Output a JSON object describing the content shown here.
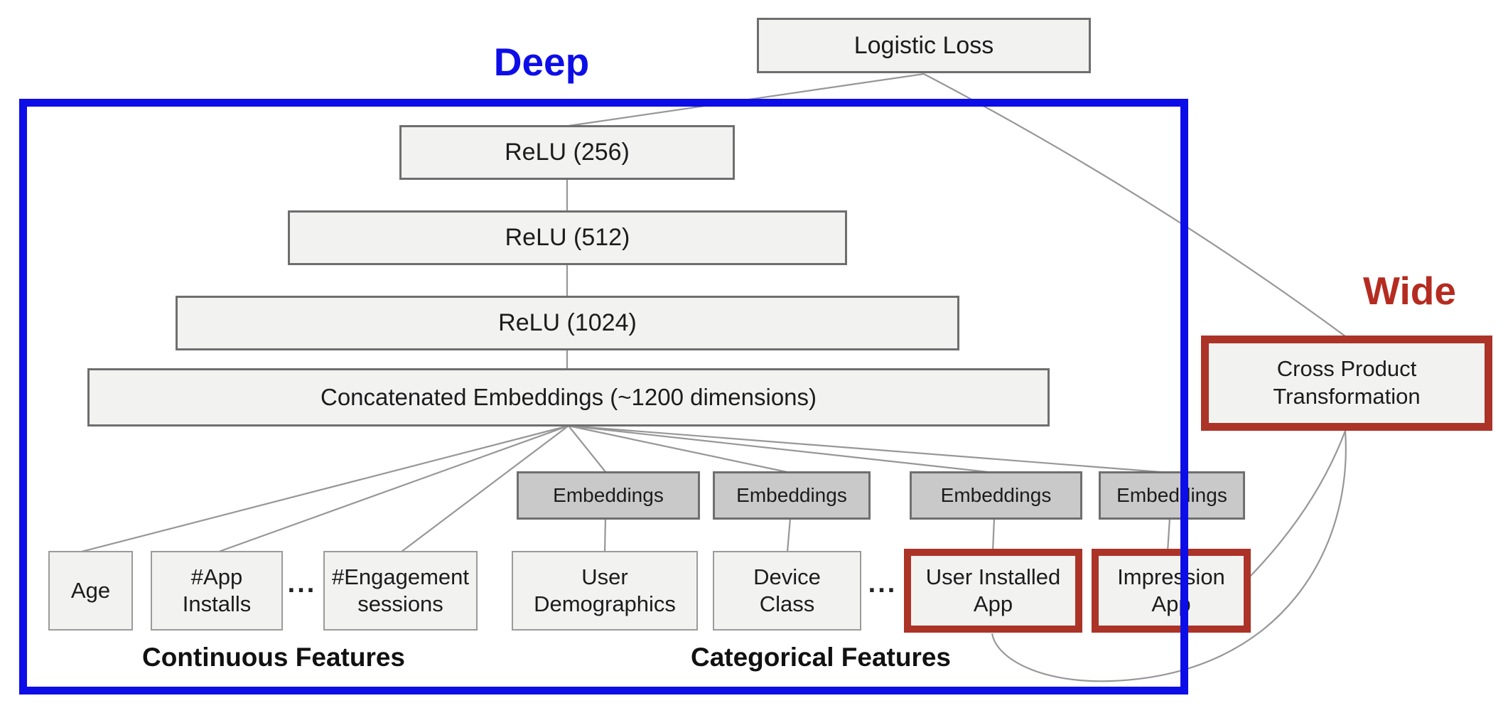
{
  "diagram": {
    "deep_label": "Deep",
    "wide_label": "Wide",
    "nodes": {
      "logistic_loss": "Logistic Loss",
      "relu_256": "ReLU (256)",
      "relu_512": "ReLU (512)",
      "relu_1024": "ReLU (1024)",
      "concatenated_embeddings": "Concatenated Embeddings (~1200 dimensions)",
      "embeddings": "Embeddings",
      "cross_product_transformation": "Cross Product\nTransformation"
    },
    "features": {
      "age": "Age",
      "app_installs": "#App\nInstalls",
      "engagement_sessions": "#Engagement\nsessions",
      "user_demographics": "User\nDemographics",
      "device_class": "Device\nClass",
      "user_installed_app": "User Installed\nApp",
      "impression_app": "Impression\nApp"
    },
    "ellipsis": "...",
    "group_labels": {
      "continuous": "Continuous Features",
      "categorical": "Categorical Features"
    },
    "colors": {
      "deep_blue": "#0d0de8",
      "wide_red_border": "#ac3327",
      "wide_red_text": "#b52b20",
      "box_fill_light": "#f2f2f1",
      "box_fill_embeddings": "#c9c9c9",
      "box_border_dark": "#6e6e6e",
      "box_border_light": "#9b9b9b",
      "connector_gray": "#979797"
    }
  }
}
